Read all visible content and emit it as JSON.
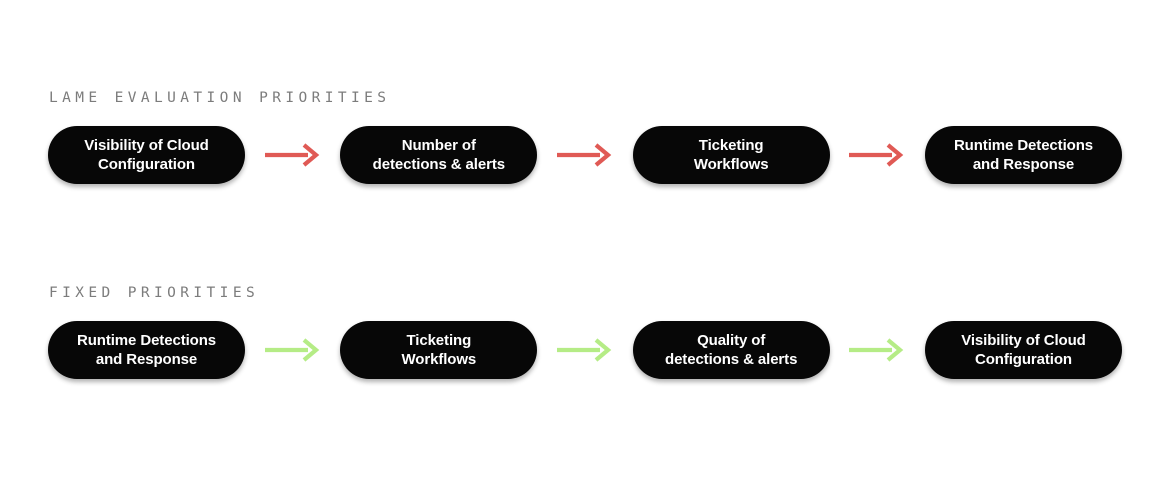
{
  "page": {
    "background_color": "#ffffff",
    "title": "Security evaluation priorities flow"
  },
  "rows": [
    {
      "label": "LAME EVALUATION PRIORITIES",
      "label_color": "#7c7c7c",
      "arrow_color": "#e05a55",
      "arrow_icon": "arrow-right-icon",
      "pill_bg": "#070707",
      "pill_text_color": "#ffffff",
      "steps": [
        {
          "label": "Visibility of Cloud\nConfiguration"
        },
        {
          "label": "Number of\ndetections & alerts"
        },
        {
          "label": "Ticketing\nWorkflows"
        },
        {
          "label": "Runtime Detections\nand Response"
        }
      ]
    },
    {
      "label": "FIXED PRIORITIES",
      "label_color": "#7c7c7c",
      "arrow_color": "#b5ec86",
      "arrow_icon": "arrow-right-icon",
      "pill_bg": "#070707",
      "pill_text_color": "#ffffff",
      "steps": [
        {
          "label": "Runtime Detections\nand Response"
        },
        {
          "label": "Ticketing\nWorkflows"
        },
        {
          "label": "Quality of\ndetections & alerts"
        },
        {
          "label": "Visibility of Cloud\nConfiguration"
        }
      ]
    }
  ]
}
